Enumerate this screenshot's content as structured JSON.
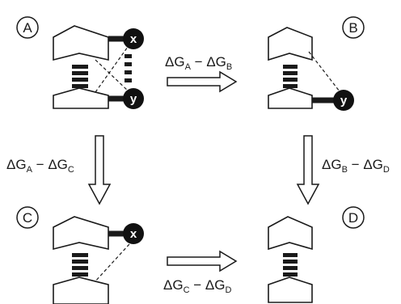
{
  "states": [
    {
      "id": "A",
      "label": "A",
      "x_label": "x",
      "y_label": "y"
    },
    {
      "id": "B",
      "label": "B",
      "y_label": "y"
    },
    {
      "id": "C",
      "label": "C",
      "x_label": "x"
    },
    {
      "id": "D",
      "label": "D"
    }
  ],
  "transitions": {
    "a_to_b": {
      "delta": "ΔG",
      "first": "A",
      "second": "B"
    },
    "a_to_c": {
      "delta": "ΔG",
      "first": "A",
      "second": "C"
    },
    "b_to_d": {
      "delta": "ΔG",
      "first": "B",
      "second": "D"
    },
    "c_to_d": {
      "delta": "ΔG",
      "first": "C",
      "second": "D"
    }
  },
  "colors": {
    "ink": "#1a1a1a",
    "bead": "#111111",
    "background": "#ffffff"
  }
}
